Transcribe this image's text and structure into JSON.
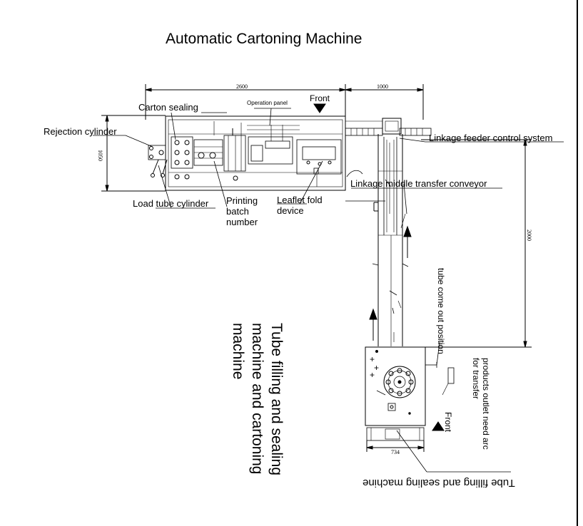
{
  "title": "Automatic Cartoning Machine",
  "dimensions": {
    "top_left": "2600",
    "top_right": "1000",
    "left_side": "1050",
    "right_side": "2000",
    "bottom": "734"
  },
  "labels": {
    "carton_sealing": "Carton sealing",
    "operation_panel": "Operation panel",
    "front_top": "Front",
    "rejection_cylinder": "Rejection cylinder",
    "linkage_feeder": "Linkage feeder control system",
    "linkage_transfer": "Linkage middle transfer conveyor",
    "load_tube_cylinder": "Load tube cylinder",
    "printing_batch": "Printing batch number",
    "leaflet_fold": "Leaflet fold device",
    "tube_come_out": "tube come out position",
    "products_outlet": "products outlet need arc for transfer",
    "front_bottom": "Front",
    "big_label": "Tube filling and sealing machine and cartoning machine",
    "tube_machine": "Tube filling and sealing machine"
  }
}
